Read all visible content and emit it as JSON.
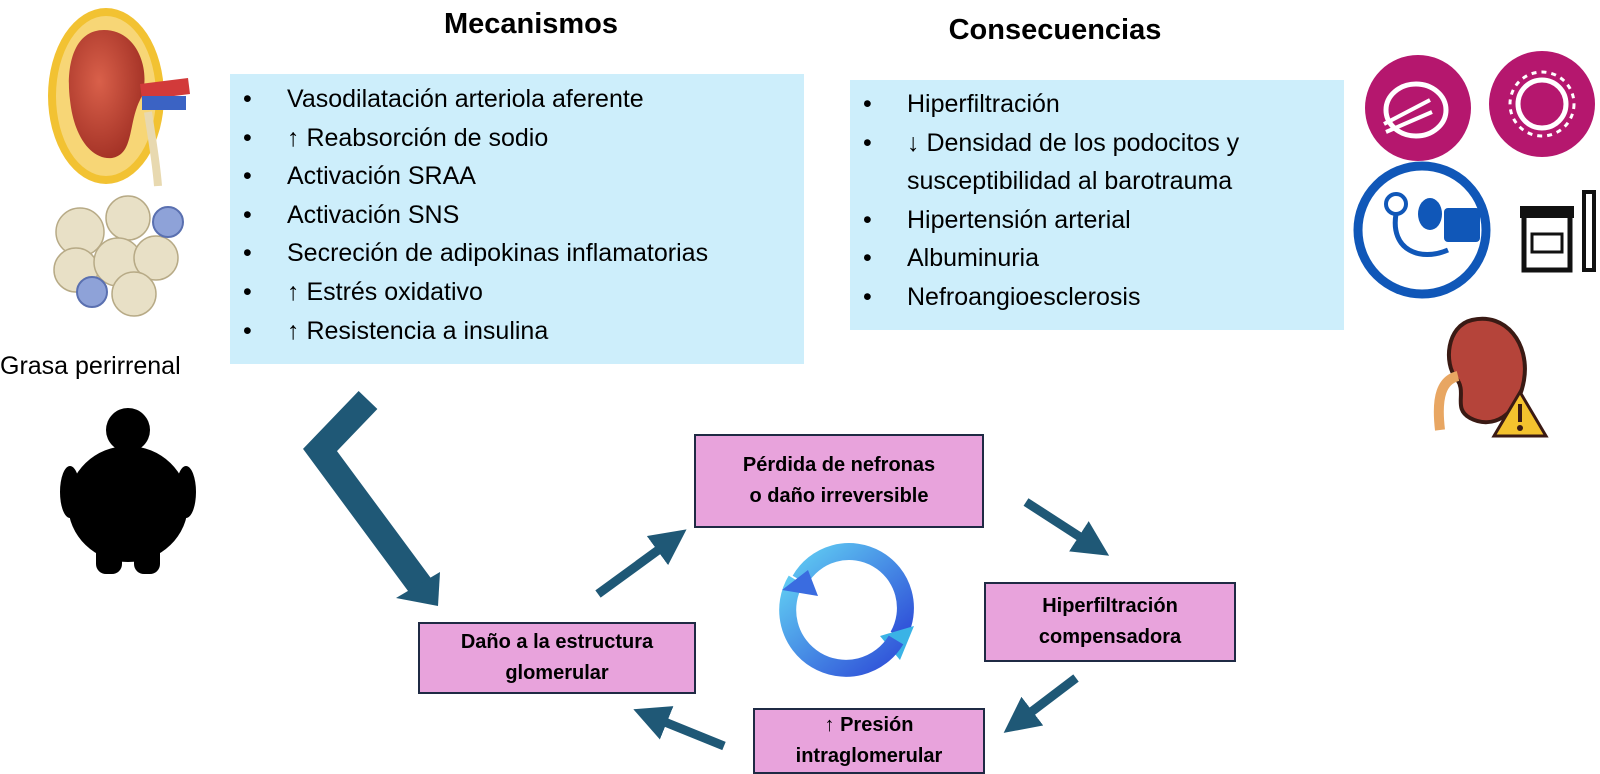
{
  "headings": {
    "mechanisms": "Mecanismos",
    "consequences": "Consecuencias"
  },
  "side_label": "Grasa perirrenal",
  "mechanisms": {
    "items": [
      "Vasodilatación arteriola aferente",
      "↑ Reabsorción de sodio",
      "Activación SRAA",
      "Activación SNS",
      "Secreción de adipokinas inflamatorias",
      "↑ Estrés oxidativo",
      "↑ Resistencia a insulina"
    ]
  },
  "consequences": {
    "items": [
      "Hiperfiltración",
      "↓ Densidad de los podocitos y",
      "susceptibilidad al barotrauma",
      "Hipertensión arterial",
      "Albuminuria",
      "Nefroangioesclerosis"
    ]
  },
  "cycle": {
    "nephron_loss": [
      "Pérdida de nefronas",
      "o daño irreversible"
    ],
    "compensatory": [
      "Hiperfiltración",
      "compensadora"
    ],
    "pressure": [
      "↑ Presión",
      "intraglomerular"
    ],
    "damage": [
      "Daño a la estructura",
      "glomerular"
    ]
  },
  "colors": {
    "panel_bg": "#cdeefb",
    "cycle_box_bg": "#e8a3dc",
    "arrow": "#1f5876",
    "icon_magenta": "#b5176e",
    "icon_blue": "#1057b8"
  },
  "icons": [
    "kidney-fat-icon",
    "adipocytes-icon",
    "obese-person-icon",
    "refresh-cycle-icon",
    "obesity-circle-icon",
    "inflammation-sun-icon",
    "blood-pressure-monitor-icon",
    "urine-test-icon",
    "kidney-warning-icon"
  ]
}
